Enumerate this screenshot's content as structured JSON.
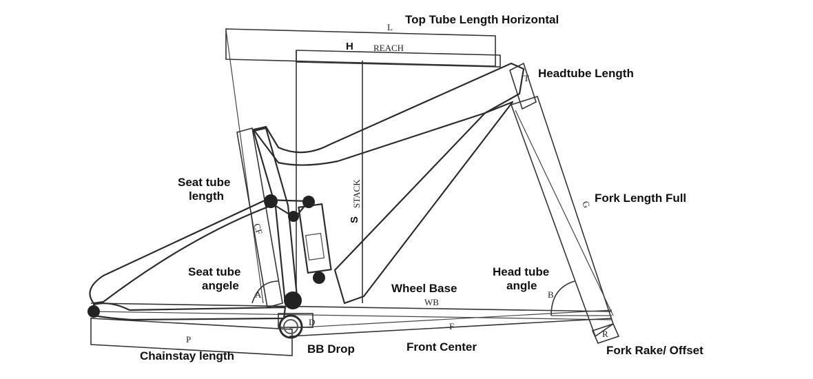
{
  "labels": {
    "top_tube_length": "Top Tube Length Horizontal",
    "headtube_length": "Headtube Length",
    "seat_tube_length_1": "Seat tube",
    "seat_tube_length_2": "length",
    "fork_length_full": "Fork Length Full",
    "seat_tube_angle_1": "Seat tube",
    "seat_tube_angle_2": "angele",
    "wheel_base": "Wheel Base",
    "head_tube_angle_1": "Head tube",
    "head_tube_angle_2": "angle",
    "chainstay_length": "Chainstay length",
    "bb_drop": "BB Drop",
    "front_center": "Front Center",
    "fork_rake": "Fork Rake/ Offset"
  },
  "letters": {
    "L": "L",
    "H": "H",
    "reach": "REACH",
    "T": "T",
    "S": "S",
    "stack": "STACK",
    "CF": "CF",
    "G": "G",
    "A": "A",
    "B": "B",
    "WB": "WB",
    "D": "D",
    "F": "F",
    "P": "P",
    "R": "R"
  }
}
